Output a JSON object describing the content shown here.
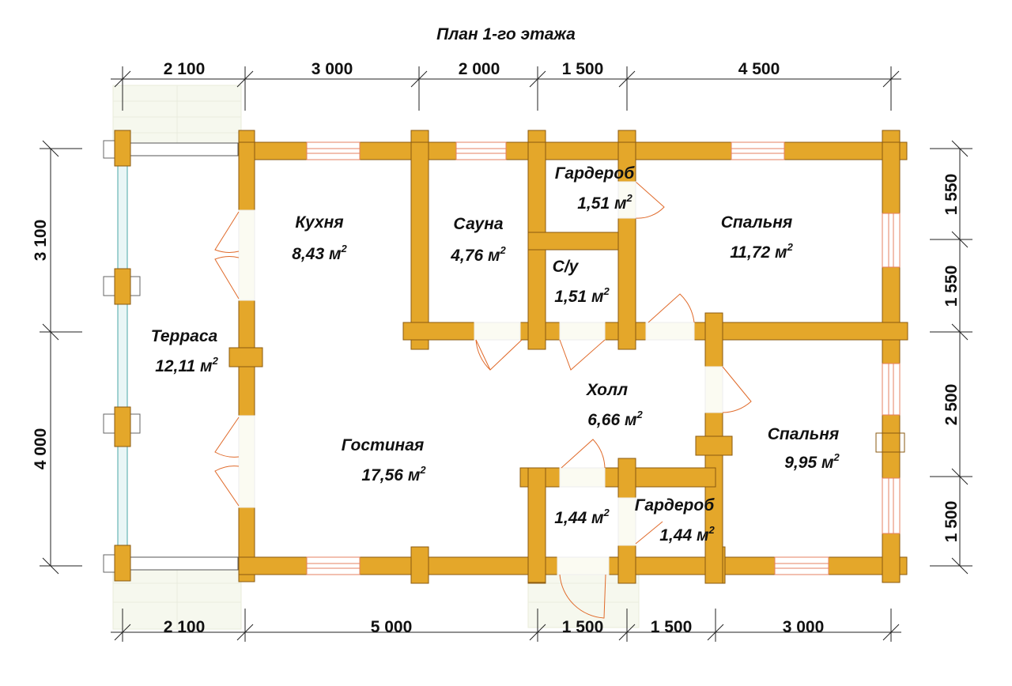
{
  "title": "План 1-го этажа",
  "dimensions": {
    "top": [
      "2 100",
      "3 000",
      "2 000",
      "1 500",
      "4 500"
    ],
    "bottom": [
      "2 100",
      "5 000",
      "1 500",
      "1 500",
      "3 000"
    ],
    "left": [
      "3 100",
      "4 000"
    ],
    "right": [
      "1 550",
      "1 550",
      "2 500",
      "1 500"
    ]
  },
  "area_unit": "м",
  "area_exponent": "2",
  "rooms": [
    {
      "name": "Кухня",
      "area": "8,43"
    },
    {
      "name": "Сауна",
      "area": "4,76"
    },
    {
      "name": "Гардероб",
      "area": "1,51"
    },
    {
      "name": "С/у",
      "area": "1,51"
    },
    {
      "name": "Спальня",
      "area": "11,72"
    },
    {
      "name": "Терраса",
      "area": "12,11"
    },
    {
      "name": "Холл",
      "area": "6,66"
    },
    {
      "name": "Гостиная",
      "area": "17,56"
    },
    {
      "name": "Спальня",
      "area": "9,95"
    },
    {
      "name": "",
      "area": "1,44"
    },
    {
      "name": "Гардероб",
      "area": "1,44"
    }
  ],
  "colors": {
    "wall": "#e4a72a",
    "door": "#e06a2a",
    "glass": "#4aa7a7"
  }
}
